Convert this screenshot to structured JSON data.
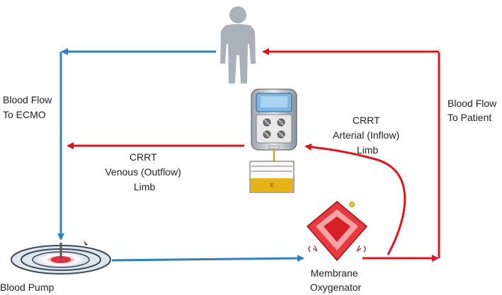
{
  "labels": {
    "blood_flow_to_ecmo": [
      "Blood Flow",
      "To ECMO"
    ],
    "blood_flow_to_patient": [
      "Blood Flow",
      "To Patient"
    ],
    "crrt_venous": [
      "CRRT",
      "Venous (Outflow)",
      "Limb"
    ],
    "crrt_arterial": [
      "CRRT",
      "Arterial (Inflow)",
      "Limb"
    ],
    "blood_pump": "Blood Pump",
    "membrane_oxygenator": [
      "Membrane",
      "Oxygenator"
    ],
    "crrt_bag_letter": "E"
  },
  "colors": {
    "blue_flow": "#2f7fc1",
    "red_flow": "#e0141e",
    "patient": "#a9b1ba",
    "bag_fill": "#e6b21a"
  }
}
